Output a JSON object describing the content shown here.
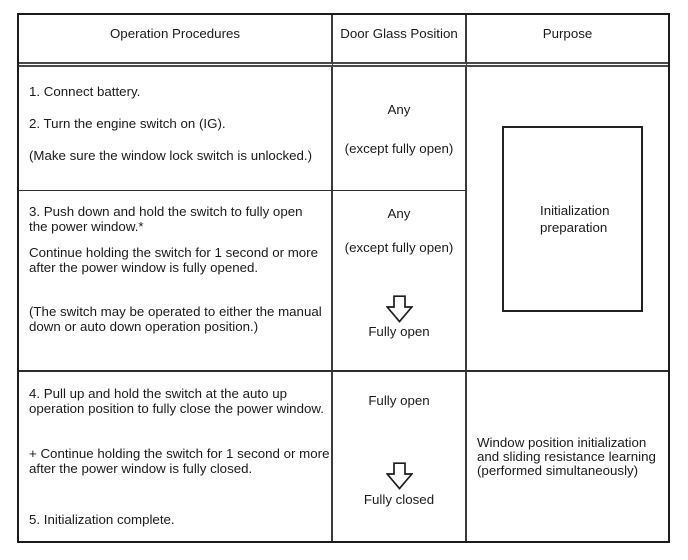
{
  "header": {
    "operation_procedures": "Operation Procedures",
    "door_glass_position": "Door Glass Position",
    "purpose": "Purpose"
  },
  "steps": {
    "row1": {
      "procedures": [
        "1. Connect battery.",
        "2. Turn the engine switch on (IG).",
        "(Make sure the window lock switch is unlocked.)"
      ],
      "glass_state": "Any",
      "glass_note": "(except fully open)"
    },
    "row2": {
      "procedures": [
        "3. Push down and hold the switch to fully open\nthe power window.*",
        "Continue holding the switch for 1 second or more\nafter the power window is fully opened.",
        "(The switch may be operated to either the manual\ndown or auto down operation position.)"
      ],
      "glass_from": "Any",
      "glass_from_note": "(except fully open)",
      "arrow_icon": "down-arrow",
      "glass_to": "Fully open"
    },
    "row3": {
      "procedures": [
        "4. Pull up and hold the switch at the auto up\noperation position to fully close the power window.",
        "+ Continue holding the switch for 1 second or more\nafter the power window is fully closed.",
        "5. Initialization complete."
      ],
      "glass_from": "Fully open",
      "arrow_icon": "down-arrow",
      "glass_to": "Fully closed"
    }
  },
  "purpose": {
    "initialization_preparation": "Initialization\npreparation",
    "window_position_learning": "Window position initialization\nand sliding resistance learning\n(performed simultaneously)"
  },
  "colors": {
    "border_dark": "#1c1c1c",
    "border_mid": "#3b3b3b",
    "text": "#1a1a1a",
    "background": "#ffffff"
  }
}
